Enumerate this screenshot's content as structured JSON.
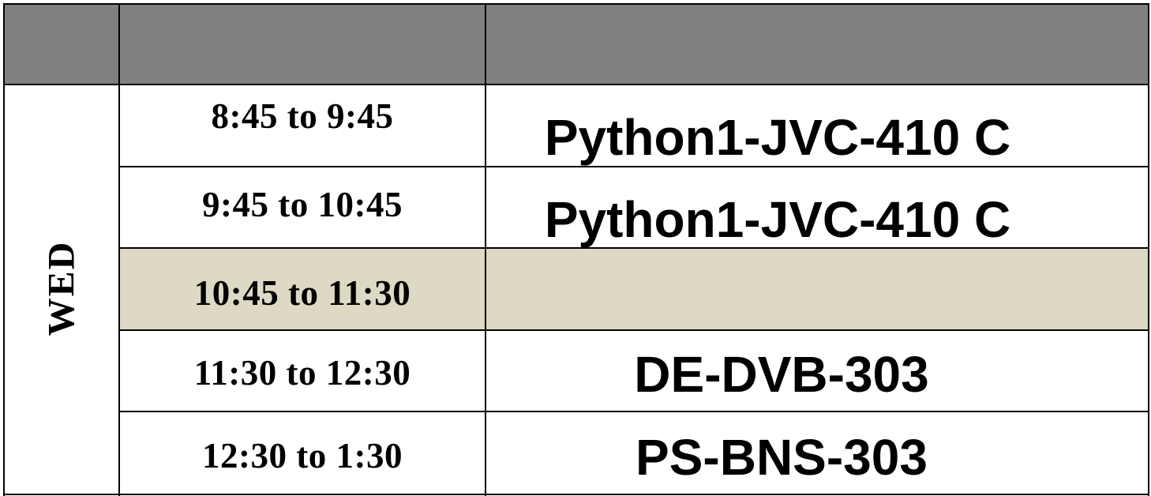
{
  "schedule": {
    "day": "WED",
    "rows": [
      {
        "time": "8:45 to 9:45",
        "course": "Python1-JVC-410 C",
        "is_break": false
      },
      {
        "time": "9:45 to 10:45",
        "course": "Python1-JVC-410 C",
        "is_break": false
      },
      {
        "time": "10:45 to 11:30",
        "course": "",
        "is_break": true
      },
      {
        "time": "11:30 to 12:30",
        "course": "DE-DVB-303",
        "is_break": false
      },
      {
        "time": "12:30 to 1:30",
        "course": "PS-BNS-303",
        "is_break": false
      }
    ]
  },
  "colors": {
    "header_fill": "#808080",
    "break_fill": "#ddd9c4",
    "grid_line": "#000000"
  }
}
